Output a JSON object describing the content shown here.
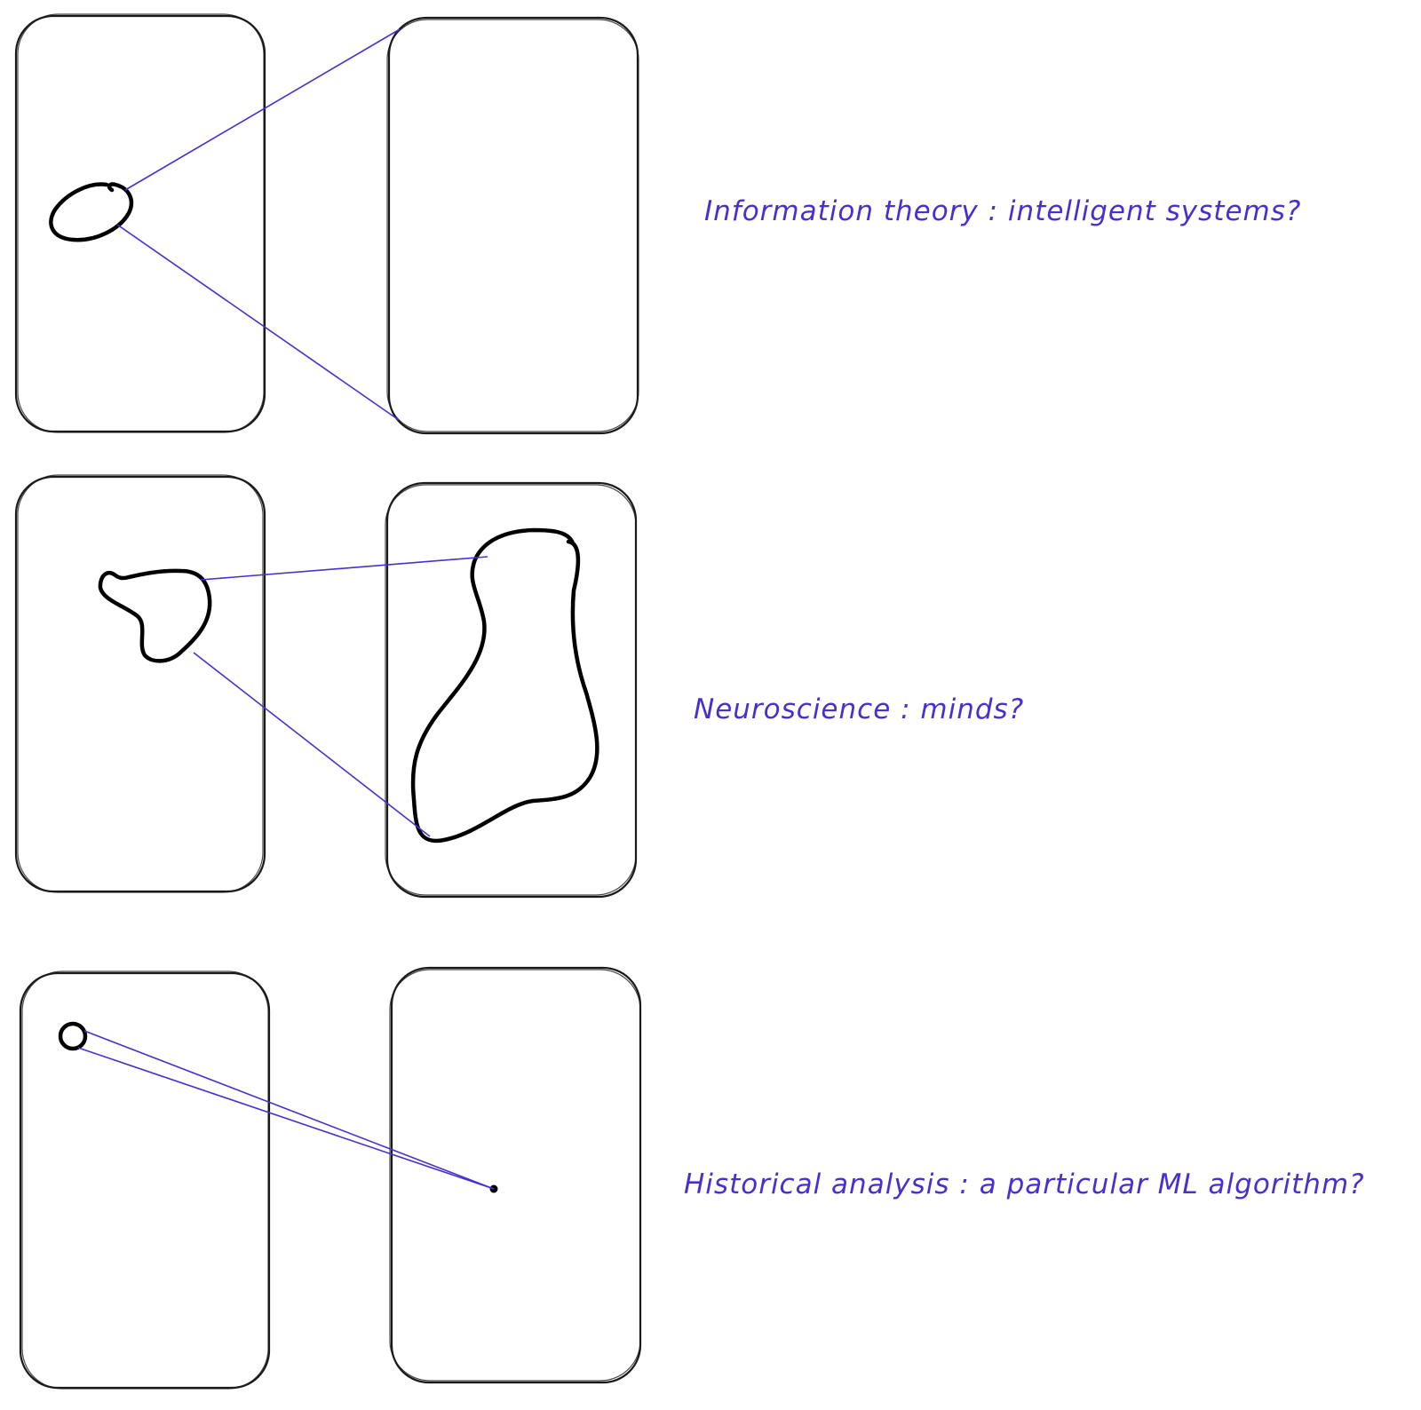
{
  "rows": [
    {
      "label": "Information theory : intelligent systems?"
    },
    {
      "label": "Neuroscience : minds?"
    },
    {
      "label": "Historical analysis : a particular ML algorithm?"
    }
  ],
  "colors": {
    "outline": "#1a1a1a",
    "connector": "#4a2fd0",
    "label": "#4a2fd0"
  }
}
